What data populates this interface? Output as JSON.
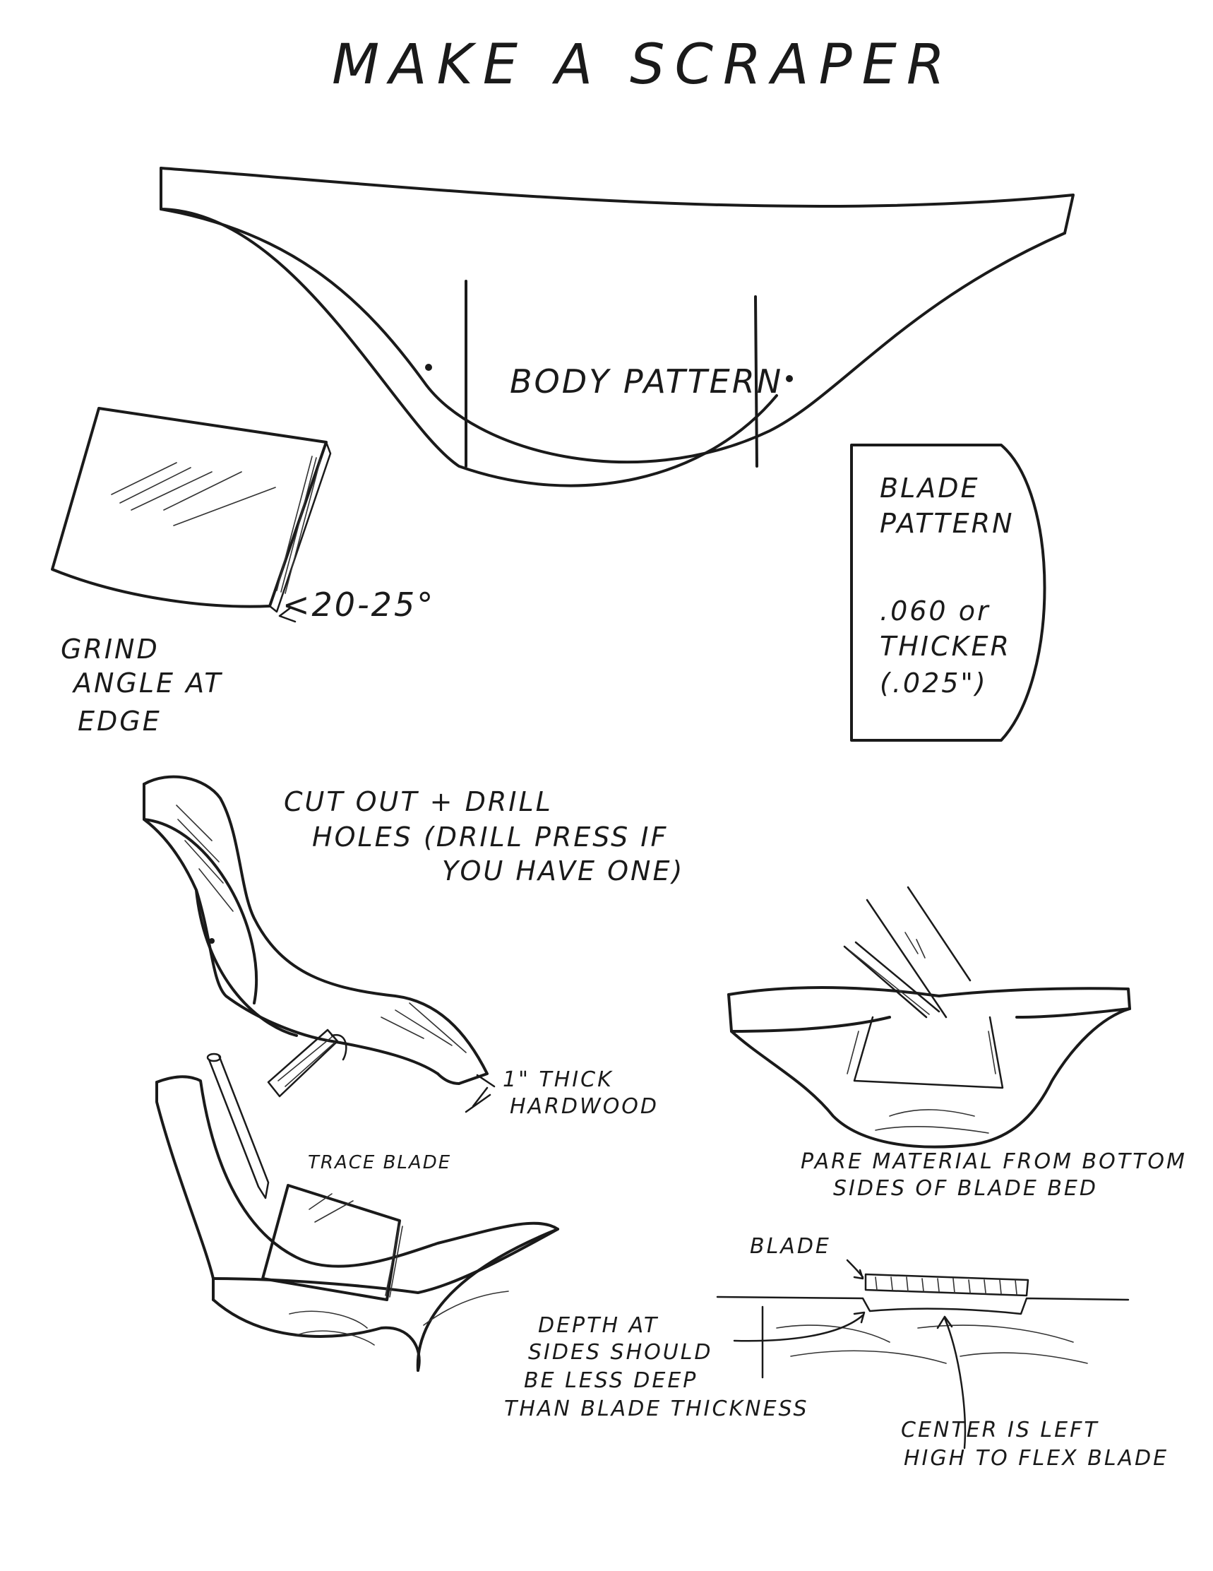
{
  "title": "MAKE A SCRAPER",
  "body_pattern": {
    "label": "BODY PATTERN"
  },
  "grind": {
    "angle": "<20-25°",
    "label_lines": [
      "GRIND",
      "ANGLE AT",
      "EDGE"
    ]
  },
  "blade_pattern": {
    "label_lines": [
      "BLADE",
      "PATTERN"
    ],
    "spec_lines": [
      ".060 or",
      "THICKER",
      "(.025\")"
    ]
  },
  "cut_out": {
    "label_lines": [
      "CUT OUT + DRILL",
      "HOLES (DRILL PRESS IF",
      "YOU HAVE ONE)"
    ],
    "thickness_lines": [
      "1\" THICK",
      "HARDWOOD"
    ]
  },
  "trace_blade": {
    "label": "TRACE BLADE"
  },
  "pare": {
    "label_lines": [
      "PARE MATERIAL FROM BOTTOM",
      "SIDES OF BLADE BED"
    ]
  },
  "section": {
    "blade_label": "BLADE",
    "depth_lines": [
      "DEPTH AT",
      "SIDES SHOULD",
      "BE LESS DEEP",
      "THAN BLADE THICKNESS"
    ],
    "center_lines": [
      "CENTER IS LEFT",
      "HIGH TO FLEX BLADE"
    ]
  }
}
